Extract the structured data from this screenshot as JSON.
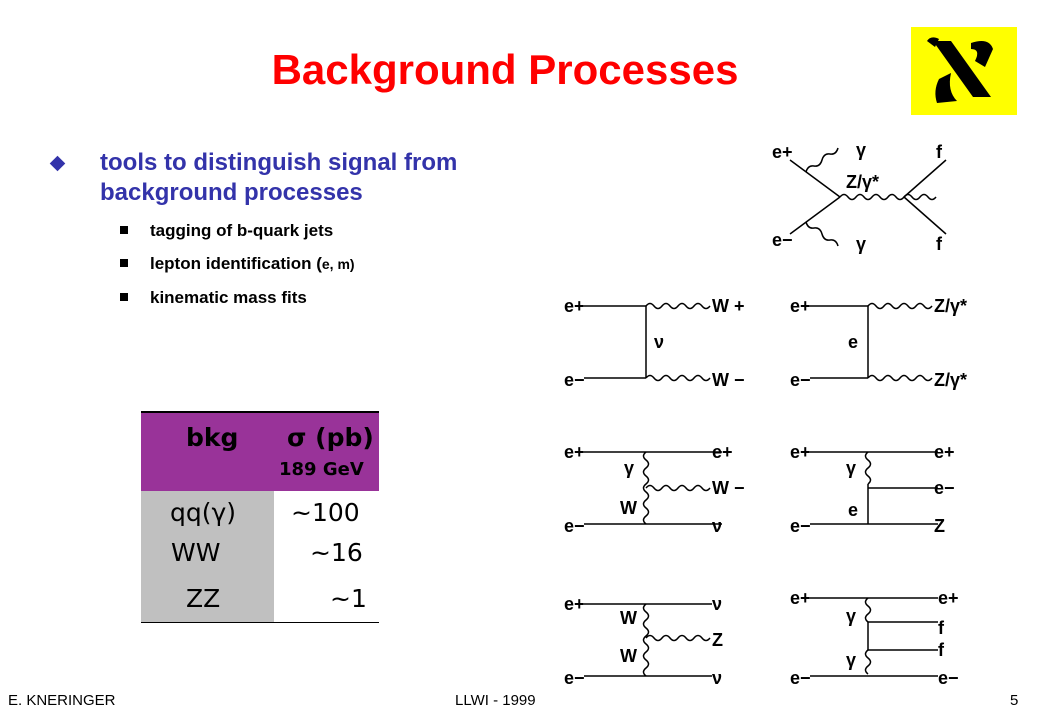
{
  "slide": {
    "title": "Background Processes",
    "bullet_main": "tools to distinguish signal from background processes",
    "sub_bullets": [
      "tagging of b-quark jets",
      "lepton identification (",
      "kinematic mass fits"
    ],
    "lepton_symbols": "e, m)"
  },
  "table": {
    "headers": [
      "bkg",
      "σ (pb)"
    ],
    "energy": "189 GeV",
    "rows": [
      {
        "process": "qq(γ)",
        "xsec": "~100"
      },
      {
        "process": "WW",
        "xsec": "~16"
      },
      {
        "process": "ZZ",
        "xsec": "~1"
      }
    ]
  },
  "diagrams": {
    "top": {
      "e_plus": "e+",
      "e_minus": "e−",
      "gamma1": "γ",
      "gamma2": "γ",
      "boson": "Z/γ*",
      "f": "f",
      "fbar": "f"
    },
    "ww_t": {
      "e_plus": "e+",
      "e_minus": "e−",
      "out1": "W +",
      "out2": "W −",
      "prop": "ν"
    },
    "zz_t": {
      "e_plus": "e+",
      "e_minus": "e−",
      "out1": "Z/γ*",
      "out2": "Z/γ*",
      "prop": "e"
    },
    "weν": {
      "e_plus": "e+",
      "e_minus": "e−",
      "gamma": "γ",
      "w": "W",
      "out1": "e+",
      "out2": "W −",
      "out3": "ν"
    },
    "zee": {
      "e_plus": "e+",
      "e_minus": "e−",
      "gamma": "γ",
      "prop": "e",
      "out1": "e+",
      "out2": "e−",
      "out3": "Z"
    },
    "zνν": {
      "e_plus": "e+",
      "e_minus": "e−",
      "w1": "W",
      "w2": "W",
      "out1": "ν",
      "out2": "Z",
      "out3": "ν"
    },
    "eeff": {
      "e_plus": "e+",
      "e_minus": "e−",
      "gamma1": "γ",
      "gamma2": "γ",
      "out1": "e+",
      "out2": "f",
      "out3": "f",
      "out4": "e−"
    }
  },
  "footer": {
    "author": "E. KNERINGER",
    "event": "LLWI - 1999",
    "page": "5"
  }
}
